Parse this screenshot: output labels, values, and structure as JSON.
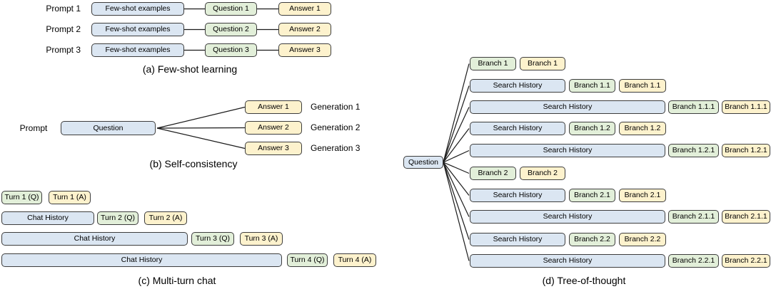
{
  "colors": {
    "blue": "#dbe6f2",
    "green": "#e2efd9",
    "yellow": "#fdf2cd",
    "border": "#3d3d3d",
    "line": "#1b1b1b"
  },
  "few_shot": {
    "caption": "(a) Few-shot learning",
    "rows": [
      {
        "prompt": "Prompt 1",
        "examples": "Few-shot examples",
        "question": "Question 1",
        "answer": "Answer 1"
      },
      {
        "prompt": "Prompt 2",
        "examples": "Few-shot examples",
        "question": "Question 2",
        "answer": "Answer 2"
      },
      {
        "prompt": "Prompt 3",
        "examples": "Few-shot examples",
        "question": "Question 3",
        "answer": "Answer 3"
      }
    ]
  },
  "self_consistency": {
    "caption": "(b) Self-consistency",
    "prompt": "Prompt",
    "question": "Question",
    "generations": [
      {
        "answer": "Answer 1",
        "label": "Generation 1"
      },
      {
        "answer": "Answer 2",
        "label": "Generation 2"
      },
      {
        "answer": "Answer 3",
        "label": "Generation 3"
      }
    ]
  },
  "multi_turn": {
    "caption": "(c) Multi-turn chat",
    "rows": [
      {
        "history": "",
        "question": "Turn 1 (Q)",
        "answer": "Turn 1 (A)"
      },
      {
        "history": "Chat History",
        "question": "Turn 2 (Q)",
        "answer": "Turn 2 (A)"
      },
      {
        "history": "Chat History",
        "question": "Turn 3 (Q)",
        "answer": "Turn 3 (A)"
      },
      {
        "history": "Chat History",
        "question": "Turn 4 (Q)",
        "answer": "Turn 4 (A)"
      }
    ]
  },
  "tree_of_thought": {
    "caption": "(d) Tree-of-thought",
    "question": "Question",
    "rows": [
      {
        "history": "",
        "branch_q": "Branch 1",
        "branch_a": "Branch 1"
      },
      {
        "history": "Search History",
        "branch_q": "Branch 1.1",
        "branch_a": "Branch 1.1"
      },
      {
        "history": "Search History",
        "branch_q": "Branch 1.1.1",
        "branch_a": "Branch 1.1.1"
      },
      {
        "history": "Search History",
        "branch_q": "Branch 1.2",
        "branch_a": "Branch 1.2"
      },
      {
        "history": "Search History",
        "branch_q": "Branch 1.2.1",
        "branch_a": "Branch 1.2.1"
      },
      {
        "history": "",
        "branch_q": "Branch 2",
        "branch_a": "Branch 2"
      },
      {
        "history": "Search History",
        "branch_q": "Branch 2.1",
        "branch_a": "Branch 2.1"
      },
      {
        "history": "Search History",
        "branch_q": "Branch 2.1.1",
        "branch_a": "Branch 2.1.1"
      },
      {
        "history": "Search History",
        "branch_q": "Branch 2.2",
        "branch_a": "Branch 2.2"
      },
      {
        "history": "Search History",
        "branch_q": "Branch 2.2.1",
        "branch_a": "Branch 2.2.1"
      }
    ]
  }
}
